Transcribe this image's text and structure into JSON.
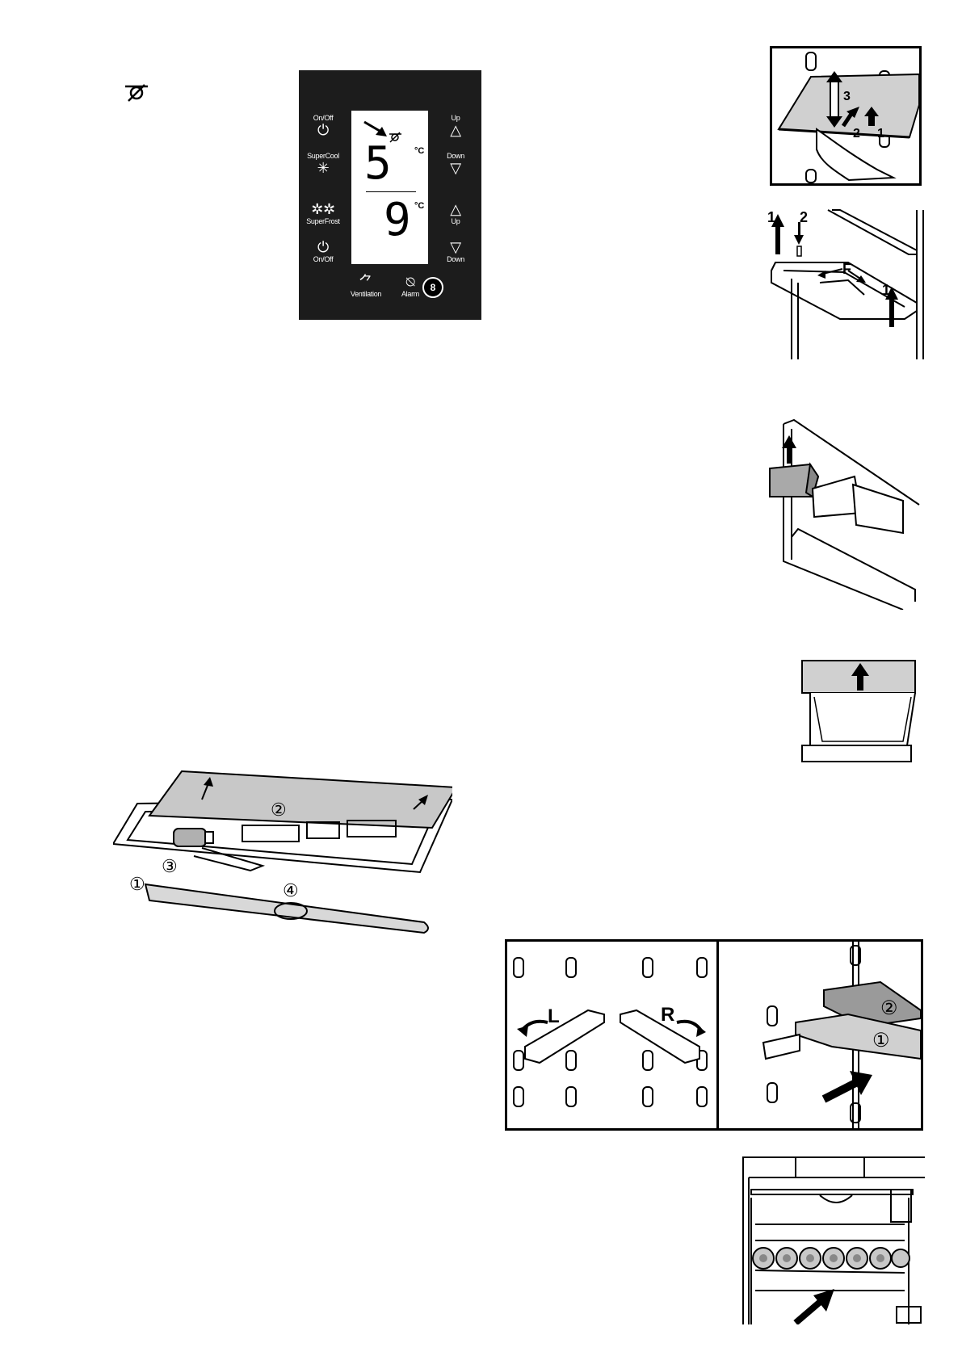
{
  "corner_symbol": "ventilation-off-icon",
  "control_panel": {
    "left_buttons": [
      {
        "label": "On/Off",
        "icon": "power-icon",
        "glyph": "⏻"
      },
      {
        "label": "SuperCool",
        "icon": "snowflake-icon",
        "glyph": "✳"
      },
      {
        "label": "SuperFrost",
        "icon": "double-snowflake-icon",
        "glyph": "✲✲"
      },
      {
        "label": "On/Off",
        "icon": "power-icon",
        "glyph": "⏻"
      }
    ],
    "right_buttons": [
      {
        "label": "Up",
        "icon": "triangle-up-icon",
        "glyph": "△"
      },
      {
        "label": "Down",
        "icon": "triangle-down-icon",
        "glyph": "▽"
      },
      {
        "label": "Up",
        "icon": "triangle-up-icon",
        "glyph": "△"
      },
      {
        "label": "Down",
        "icon": "triangle-down-icon",
        "glyph": "▽"
      }
    ],
    "display": {
      "upper_temp": "5",
      "lower_temp": "9",
      "unit": "°C",
      "indicator_glyph": "⌀"
    },
    "bottom_buttons": [
      {
        "label": "Ventilation",
        "icon": "fan-icon",
        "glyph": "⺈"
      },
      {
        "label": "Alarm",
        "icon": "alarm-off-icon",
        "glyph": "⍉"
      }
    ],
    "callout": "8"
  },
  "shelf_figure": {
    "labels": [
      "3",
      "2",
      "1"
    ]
  },
  "door_rack_figure": {
    "labels": [
      "1",
      "2",
      "F",
      "1"
    ]
  },
  "light_figure": {
    "callouts": [
      "①",
      "②",
      "③",
      "④"
    ]
  },
  "split_shelf_figure": {
    "left_labels": [
      "L",
      "R"
    ],
    "right_callouts": [
      "②",
      "①"
    ]
  }
}
